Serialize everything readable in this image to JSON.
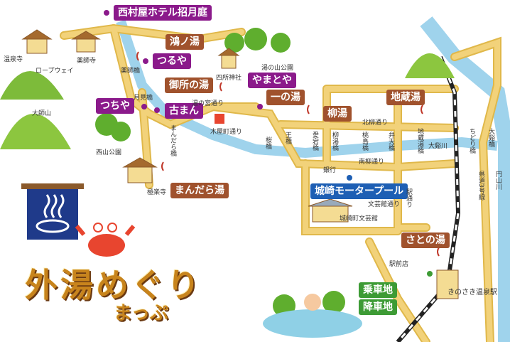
{
  "title": {
    "main": "外湯めぐり",
    "sub": "まっぷ"
  },
  "spas": [
    {
      "id": "kounoyu",
      "label": "鴻ノ湯",
      "type": "soto-yu"
    },
    {
      "id": "goshonoyu",
      "label": "御所の湯",
      "type": "soto-yu"
    },
    {
      "id": "mandarayu",
      "label": "まんだら湯",
      "type": "soto-yu"
    },
    {
      "id": "ichinoyu",
      "label": "一の湯",
      "type": "soto-yu"
    },
    {
      "id": "yanagiyu",
      "label": "柳湯",
      "type": "soto-yu"
    },
    {
      "id": "jizouyu",
      "label": "地蔵湯",
      "type": "soto-yu"
    },
    {
      "id": "satonoyu",
      "label": "さとの湯",
      "type": "soto-yu"
    }
  ],
  "hotels": [
    {
      "id": "nishimuraya",
      "label": "西村屋ホテル招月庭"
    },
    {
      "id": "tsuruya",
      "label": "つるや"
    },
    {
      "id": "komann",
      "label": "古まん"
    },
    {
      "id": "tsuchiya",
      "label": "つちや"
    },
    {
      "id": "yamatoya",
      "label": "やまとや"
    }
  ],
  "facilities": {
    "motor_pool": "城崎モータープール",
    "boarding": "乗車地",
    "alighting": "降車地",
    "station": "きのさき温泉駅",
    "station_store": "駅前店",
    "bank": "銀行",
    "museum": "城崎町文芸館"
  },
  "places": {
    "onsenji": "温泉寺",
    "ropeway": "ロープウェイ",
    "daishiyama": "大師山",
    "yakushiji": "薬師寺",
    "yakushibashi": "薬師橋",
    "tsukimibashi": "月見橋",
    "nishiyama_park": "西山公園",
    "gokurakuji": "極楽寺",
    "yunoyama_park": "湯の山公園",
    "shisho_jinja": "四所神社",
    "yunomiyadori": "湯の宮通り",
    "kiyamachidori": "木屋町通り",
    "oudanbashi": "王橋",
    "kitayanagidori": "北柳通り",
    "minamiyanagidori": "南柳通り",
    "bunkakandori": "文芸館通り",
    "ekidori": "駅通り",
    "otanigawa": "大谿川",
    "maruyamagawa": "円山川",
    "kendou3": "県道3号線",
    "sakurabashi": "桜橋",
    "mandarabashi": "まんだら橋",
    "oisebashi": "大谿橋"
  },
  "bridges": [
    "愛宕橋",
    "柳湯橋",
    "桃島橋",
    "弁天橋",
    "地蔵湯橋",
    "ちどり橋"
  ],
  "noren_icon": "onsen-mark-icon",
  "colors": {
    "road": "#f2d27a",
    "road_edge": "#e0b84a",
    "river": "#9fd3ec",
    "soto_yu": "#a0522d",
    "hotel": "#8b1a8b",
    "motor": "#1e5fb4",
    "boarding": "#3d9b35",
    "noren": "#1f3a8a"
  }
}
